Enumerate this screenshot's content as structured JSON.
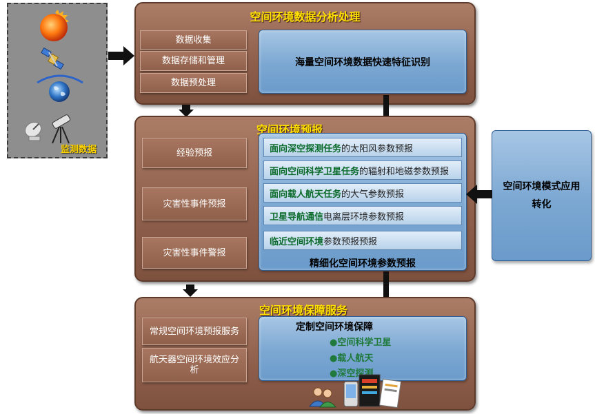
{
  "monitor": {
    "label": "监测数据"
  },
  "analysis": {
    "title": "空间环境数据分析处理",
    "items": [
      "数据收集",
      "数据存储和管理",
      "数据预处理"
    ],
    "feature": "海量空间环境数据快速特征识别"
  },
  "forecast": {
    "title": "空间环境预报",
    "items": [
      "经验预报",
      "灾害性事件预报",
      "灾害性事件警报"
    ],
    "strips": [
      {
        "task": "面向深空探测任务",
        "rest": "的太阳风参数预报"
      },
      {
        "task": "面向空间科学卫星任务",
        "rest": "的辐射和地磁参数预报"
      },
      {
        "task": "面向载人航天任务",
        "rest": "的大气参数预报"
      },
      {
        "task": "卫星导航通信",
        "rest": "电离层环境参数预报"
      },
      {
        "task": "临近空间环境",
        "rest": "参数预报预报"
      }
    ],
    "footer": "精细化空间环境参数预报"
  },
  "model": {
    "text": "空间环境模式应用转化"
  },
  "service": {
    "title": "空间环境保障服务",
    "items": [
      "常规空间环境预报服务",
      "航天器空间环境效应分析"
    ],
    "custom_title": "定制空间环境保障",
    "bullets": [
      "●空间科学卫星",
      "●载人航天",
      "●深空探测"
    ]
  }
}
